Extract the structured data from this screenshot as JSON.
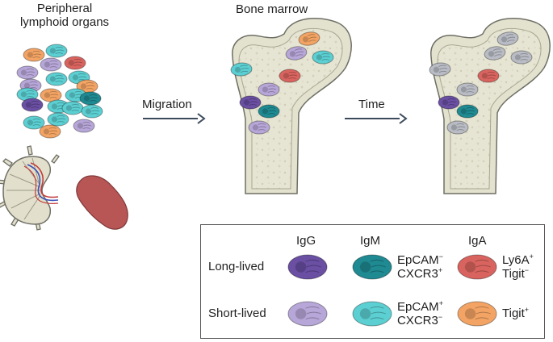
{
  "labels": {
    "peripheral_line1": "Peripheral",
    "peripheral_line2": "lymphoid organs",
    "bone_marrow": "Bone marrow",
    "migration": "Migration",
    "time": "Time"
  },
  "legend": {
    "col_igg": "IgG",
    "col_igm": "IgM",
    "col_iga": "IgA",
    "row_long": "Long-lived",
    "row_short": "Short-lived",
    "igm_long_1": "EpCAM",
    "igm_long_1_sup": "−",
    "igm_long_2": "CXCR3",
    "igm_long_2_sup": "+",
    "iga_long_1": "Ly6A",
    "iga_long_1_sup": "+",
    "iga_long_2": "Tigit",
    "iga_long_2_sup": "−",
    "igm_short_1": "EpCAM",
    "igm_short_1_sup": "+",
    "igm_short_2": "CXCR3",
    "igm_short_2_sup": "−",
    "iga_short_1": "Tigit",
    "iga_short_1_sup": "+"
  },
  "colors": {
    "igg_long": "#6a4fa3",
    "igg_short": "#b7a6d8",
    "igm_long": "#1f8a92",
    "igm_short": "#5ccfd2",
    "iga_long": "#d9645f",
    "iga_short": "#f3a464",
    "faded": "#b9bcc4",
    "bone_fill": "#e3e2cf",
    "bone_outline": "#6f6f66",
    "spleen": "#b85555",
    "arrow": "#3c4a5c"
  }
}
